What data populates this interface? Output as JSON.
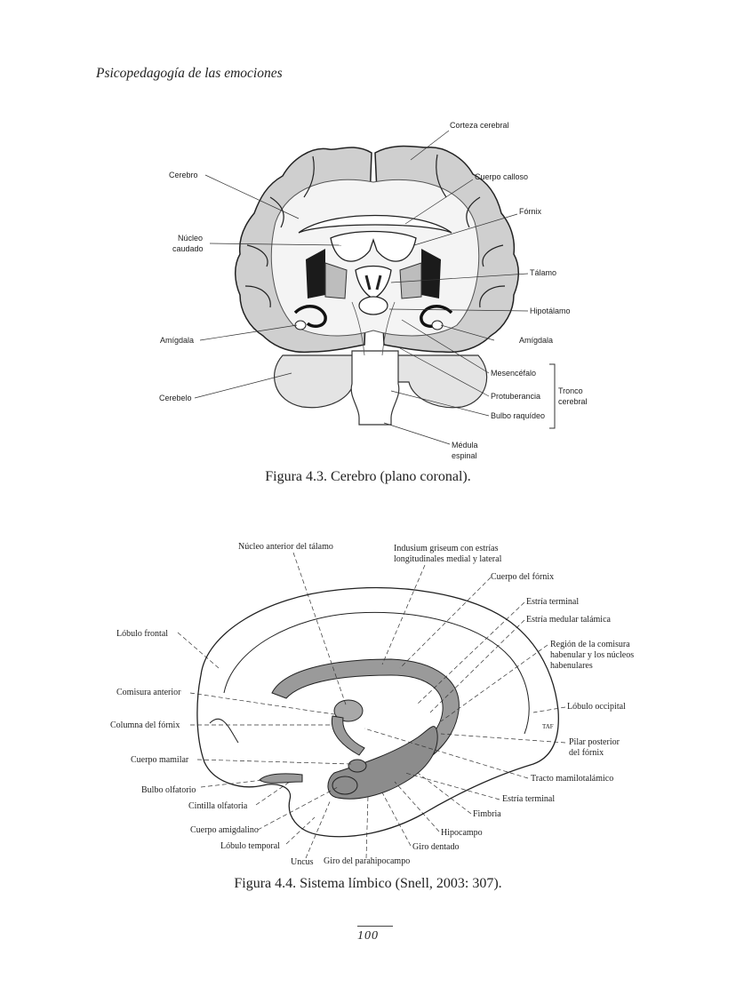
{
  "header": {
    "running_title": "Psicopedagogía de las emociones"
  },
  "figure1": {
    "caption": "Figura 4.3.  Cerebro (plano coronal).",
    "labels": {
      "corteza": "Corteza cerebral",
      "cerebro": "Cerebro",
      "cuerpo_calloso": "Cuerpo calloso",
      "fornix": "Fórnix",
      "nucleo_1": "Núcleo",
      "nucleo_2": "caudado",
      "talamo": "Tálamo",
      "hipotalamo": "Hipotálamo",
      "amigdala_left": "Amígdala",
      "amigdala_right": "Amígdala",
      "mesencefalo": "Mesencéfalo",
      "protuberancia": "Protuberancia",
      "bulbo": "Bulbo raquídeo",
      "tronco_1": "Tronco",
      "tronco_2": "cerebral",
      "cerebelo": "Cerebelo",
      "medula_1": "Médula",
      "medula_2": "espinal"
    }
  },
  "figure2": {
    "caption": "Figura 4.4.  Sistema límbico (Snell, 2003: 307).",
    "labels": {
      "nucleo_anterior": "Núcleo anterior del tálamo",
      "indusium_1": "Indusium griseum con estrías",
      "indusium_2": "longitudinales medial y lateral",
      "cuerpo_fornix": "Cuerpo del fórnix",
      "estria_terminal_top": "Estría terminal",
      "estria_medular": "Estría medular talámica",
      "region_1": "Región de la comisura",
      "region_2": "habenular y los núcleos",
      "region_3": "habenulares",
      "lobulo_frontal": "Lóbulo frontal",
      "comisura_anterior": "Comisura anterior",
      "lobulo_occipital": "Lóbulo occipital",
      "columna_fornix": "Columna del fórnix",
      "pilar_1": "Pilar posterior",
      "pilar_2": "del fórnix",
      "cuerpo_mamilar": "Cuerpo mamilar",
      "tracto": "Tracto mamilotalámico",
      "bulbo_olfatorio": "Bulbo olfatorio",
      "estria_terminal_bottom": "Estría terminal",
      "cintilla": "Cintilla olfatoria",
      "fimbria": "Fimbria",
      "cuerpo_amigdalino": "Cuerpo amigdalino",
      "hipocampo": "Hipocampo",
      "lobulo_temporal": "Lóbulo temporal",
      "giro_dentado": "Giro dentado",
      "uncus": "Uncus",
      "giro_parahipocampo": "Giro del parahipocampo",
      "signature": "TAF"
    }
  },
  "footer": {
    "page_number": "100"
  }
}
